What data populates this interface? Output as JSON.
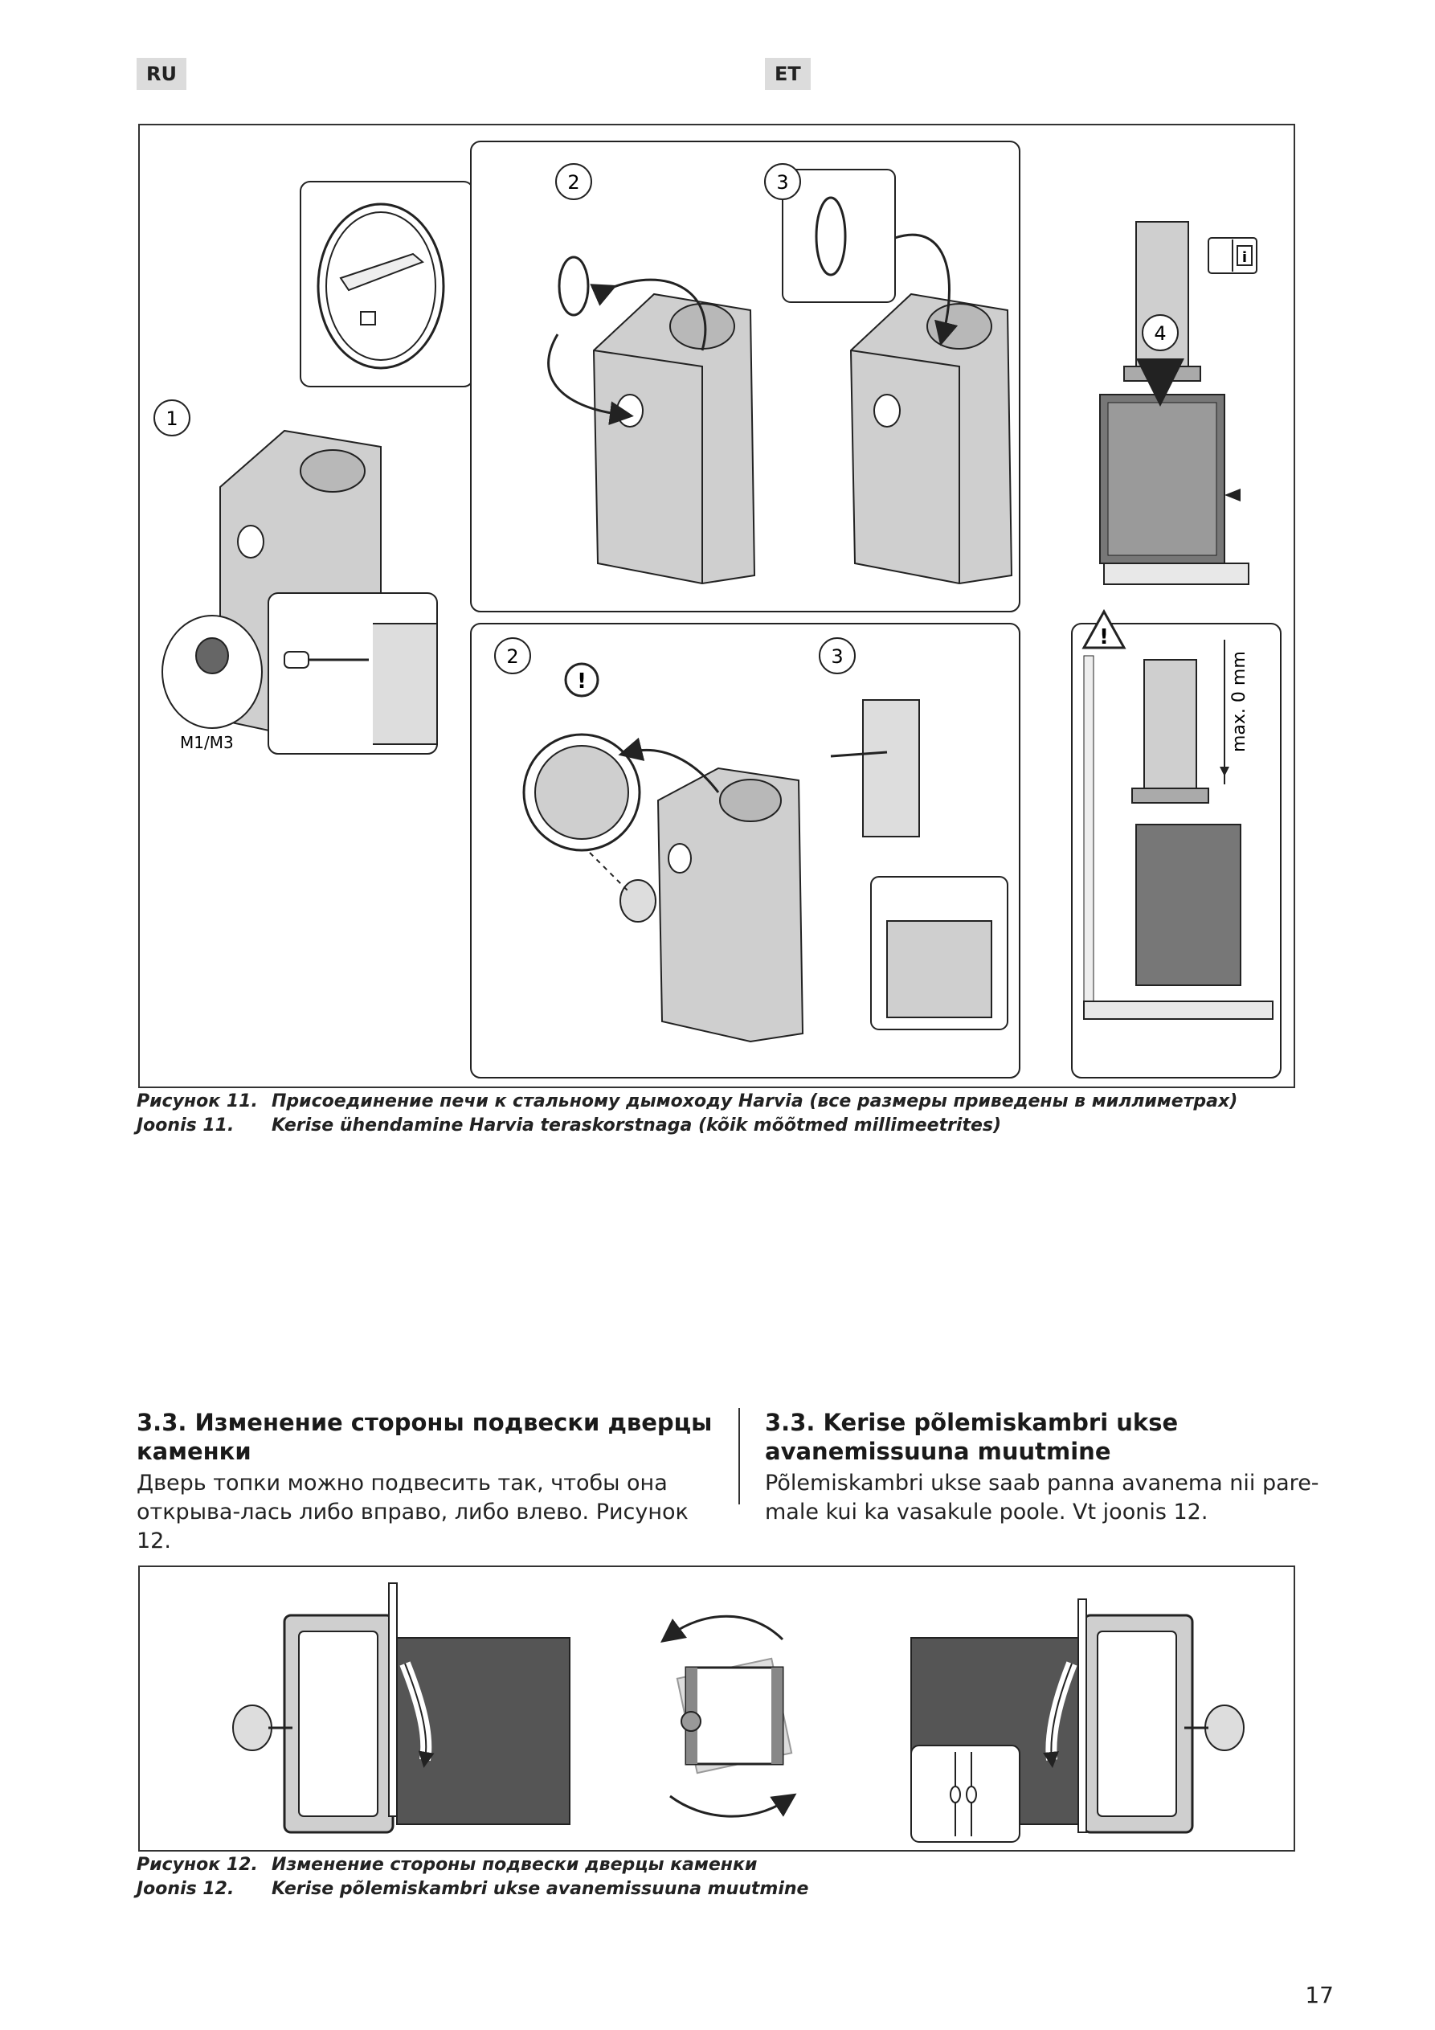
{
  "header": {
    "lang_left": "RU",
    "lang_right": "ET"
  },
  "figure11": {
    "step_labels": {
      "s1": "1",
      "s2a": "2",
      "s3a": "3",
      "s2b": "2",
      "s3b": "3",
      "s4": "4"
    },
    "model_label": "M1/M3",
    "dimension_label": "max. 0 mm",
    "caption_ru_label": "Рисунок 11.",
    "caption_ru_text": "Присоединение печи к стальному дымоходу Harvia (все размеры приведены в миллиметрах)",
    "caption_et_label": "Joonis 11.",
    "caption_et_text": "Kerise ühendamine Harvia teraskorstnaga (kõik mõõtmed millimeetrites)"
  },
  "section": {
    "ru_heading": "3.3. Изменение стороны подвески дверцы каменки",
    "ru_body": "Дверь топки можно подвесить так, чтобы она открыва-лась либо вправо, либо влево. Рисунок 12.",
    "et_heading": "3.3. Kerise põlemiskambri ukse avanemissuuna muutmine",
    "et_body": "Põlemiskambri ukse saab panna avanema nii pare-male kui ka vasakule poole. Vt joonis 12."
  },
  "figure12": {
    "caption_ru_label": "Рисунок 12.",
    "caption_ru_text": "Изменение стороны подвески дверцы каменки",
    "caption_et_label": "Joonis 12.",
    "caption_et_text": "Kerise põlemiskambri ukse avanemissuuna muutmine"
  },
  "footer": {
    "page_number": "17"
  },
  "colors": {
    "stove": "#cfcfcf",
    "dark_panel": "#555555",
    "line": "#222222"
  },
  "icons": [
    "info-book-icon",
    "warning-icon",
    "exclamation-icon"
  ]
}
